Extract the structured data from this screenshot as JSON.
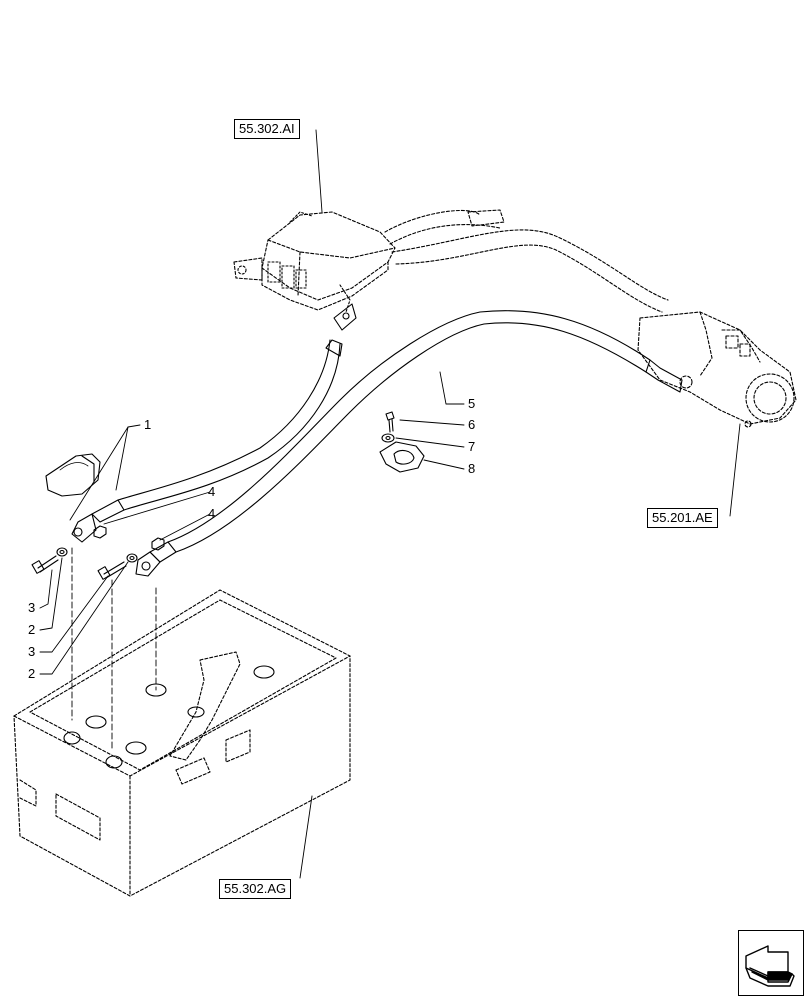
{
  "references": {
    "top": "55.302.AI",
    "right": "55.201.AE",
    "bottom": "55.302.AG"
  },
  "callouts": {
    "item_1": "1",
    "item_2a": "2",
    "item_2b": "2",
    "item_3a": "3",
    "item_3b": "3",
    "item_4a": "4",
    "item_4b": "4",
    "item_5": "5",
    "item_6": "6",
    "item_7": "7",
    "item_8": "8"
  },
  "icons": {
    "navigation": "next-page-arrow-icon"
  }
}
